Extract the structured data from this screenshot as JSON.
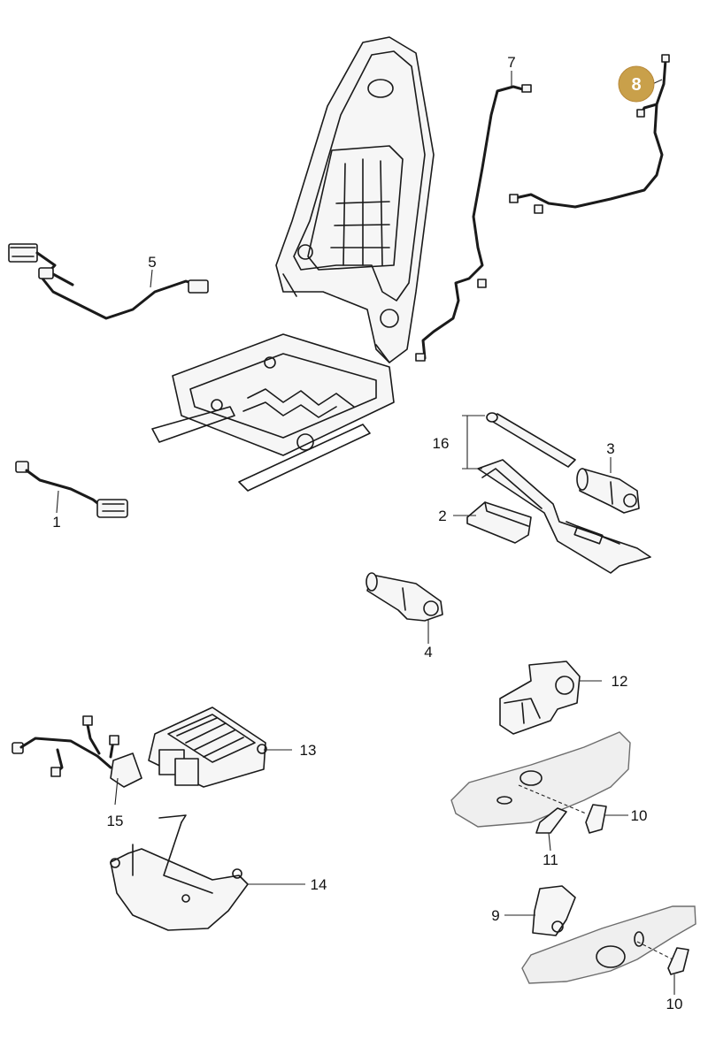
{
  "callouts": {
    "c1": "1",
    "c2": "2",
    "c3": "3",
    "c4": "4",
    "c5": "5",
    "c7": "7",
    "c8": "8",
    "c9": "9",
    "c10a": "10",
    "c10b": "10",
    "c11": "11",
    "c12": "12",
    "c13": "13",
    "c14": "14",
    "c15": "15",
    "c16": "16"
  },
  "highlight": {
    "part": "8",
    "color": "#c9a04a"
  }
}
